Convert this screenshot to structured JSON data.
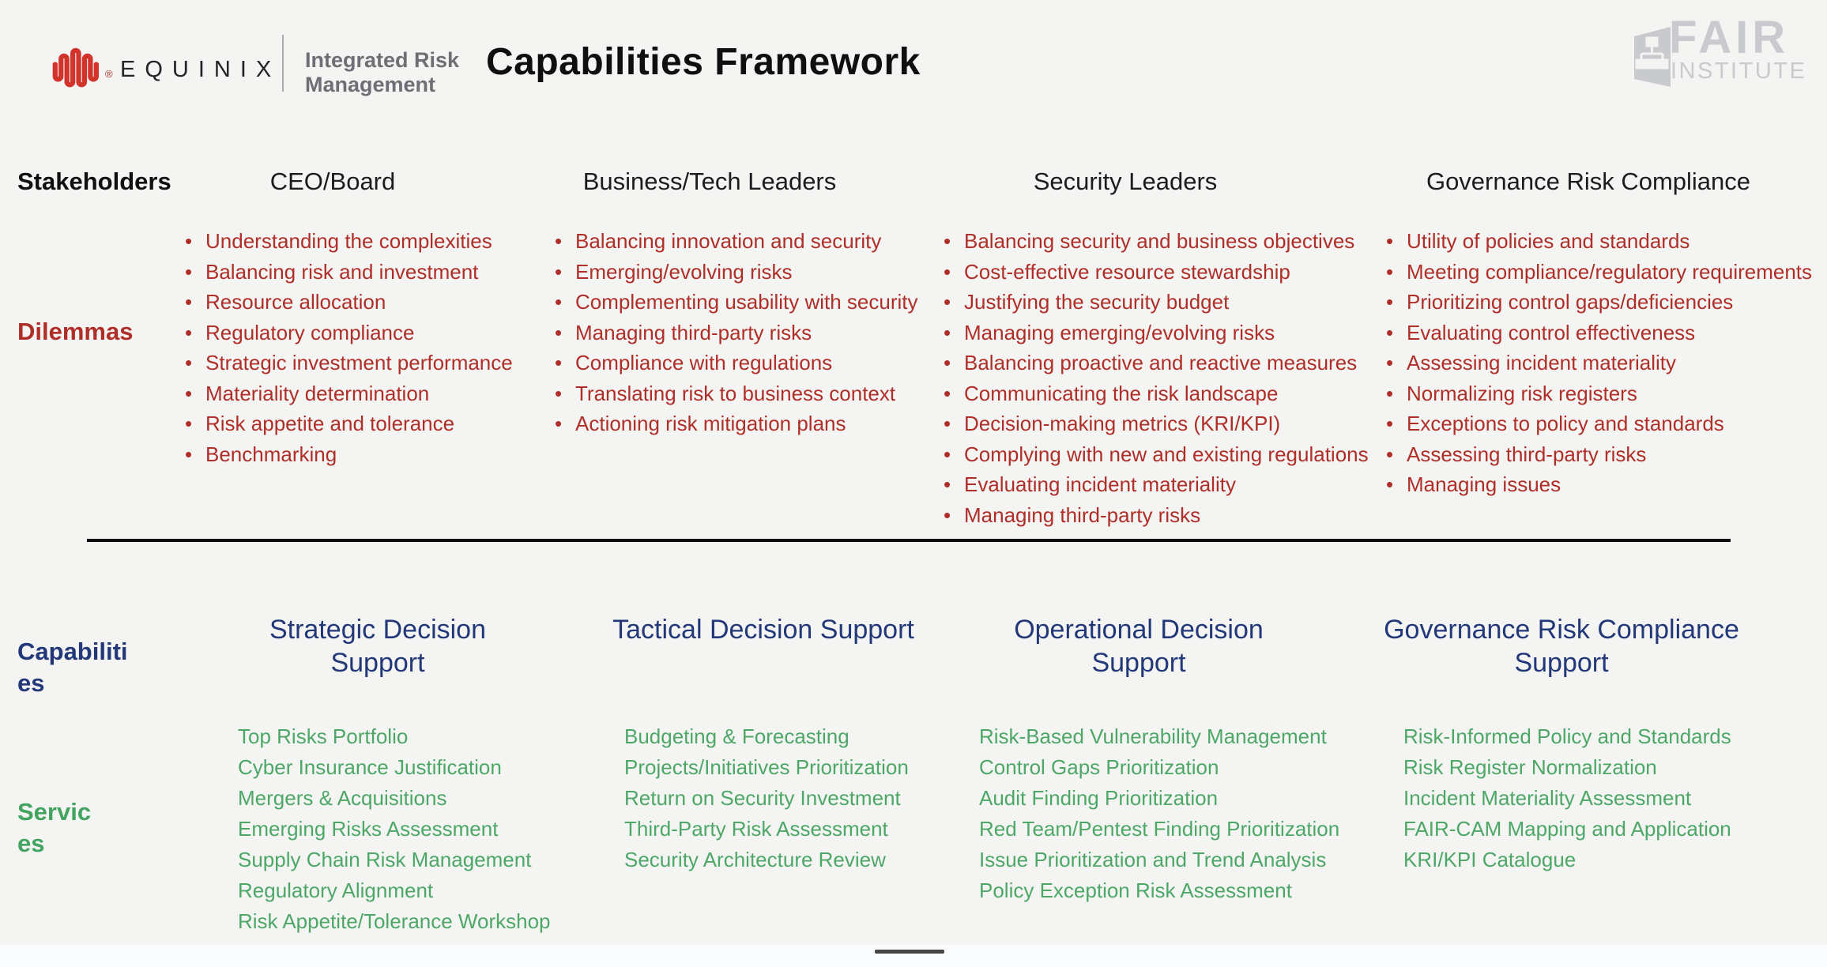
{
  "colors": {
    "accent_red": "#b02e28",
    "accent_green": "#4da767",
    "accent_navy": "#223878",
    "logo_red": "#d2342c",
    "fair_gray": "#c9cacd"
  },
  "header": {
    "equinix_wordmark": "EQUINIX",
    "registered_mark": "®",
    "division": {
      "line1": "Integrated Risk",
      "line2": "Management"
    },
    "title": "Capabilities Framework",
    "fair": {
      "word": "FAIR",
      "subword": "INSTITUTE"
    }
  },
  "stakeholders_row": {
    "label": "Stakeholders",
    "columns": [
      "CEO/Board",
      "Business/Tech Leaders",
      "Security Leaders",
      "Governance Risk Compliance"
    ]
  },
  "dilemmas_row": {
    "label": "Dilemmas",
    "columns": [
      {
        "items": [
          "Understanding the complexities",
          "Balancing risk and investment",
          "Resource allocation",
          "Regulatory compliance",
          "Strategic investment performance",
          "Materiality determination",
          "Risk appetite and tolerance",
          "Benchmarking"
        ]
      },
      {
        "items": [
          "Balancing innovation and security",
          "Emerging/evolving risks",
          "Complementing usability with security",
          "Managing third-party risks",
          "Compliance with regulations",
          "Translating risk to business context",
          "Actioning risk mitigation plans"
        ]
      },
      {
        "items": [
          "Balancing security and business objectives",
          "Cost-effective resource stewardship",
          "Justifying the security budget",
          "Managing emerging/evolving risks",
          "Balancing proactive and reactive measures",
          "Communicating the risk landscape",
          "Decision-making metrics (KRI/KPI)",
          "Complying with new and existing regulations",
          "Evaluating incident materiality",
          "Managing third-party risks"
        ]
      },
      {
        "items": [
          "Utility of policies and standards",
          "Meeting compliance/regulatory requirements",
          "Prioritizing control gaps/deficiencies",
          "Evaluating control effectiveness",
          "Assessing incident materiality",
          "Normalizing risk registers",
          "Exceptions to policy and standards",
          "Assessing third-party risks",
          "Managing issues"
        ]
      }
    ]
  },
  "capabilities_row": {
    "label": "Capabilities",
    "columns": [
      "Strategic Decision Support",
      "Tactical Decision Support",
      "Operational Decision Support",
      "Governance Risk Compliance Support"
    ]
  },
  "services_row": {
    "label": "Services",
    "columns": [
      {
        "items": [
          "Top Risks Portfolio",
          "Cyber Insurance Justification",
          "Mergers & Acquisitions",
          "Emerging Risks Assessment",
          "Supply Chain Risk Management",
          "Regulatory Alignment",
          "Risk Appetite/Tolerance Workshop"
        ]
      },
      {
        "items": [
          "Budgeting & Forecasting",
          "Projects/Initiatives Prioritization",
          "Return on Security Investment",
          "Third-Party Risk Assessment",
          "Security Architecture Review"
        ]
      },
      {
        "items": [
          "Risk-Based Vulnerability Management",
          "Control Gaps Prioritization",
          "Audit Finding Prioritization",
          "Red Team/Pentest Finding Prioritization",
          "Issue Prioritization and Trend Analysis",
          "Policy Exception Risk Assessment"
        ]
      },
      {
        "items": [
          "Risk-Informed Policy and Standards",
          "Risk Register Normalization",
          "Incident Materiality Assessment",
          "FAIR-CAM Mapping and Application",
          "KRI/KPI Catalogue"
        ]
      }
    ]
  }
}
